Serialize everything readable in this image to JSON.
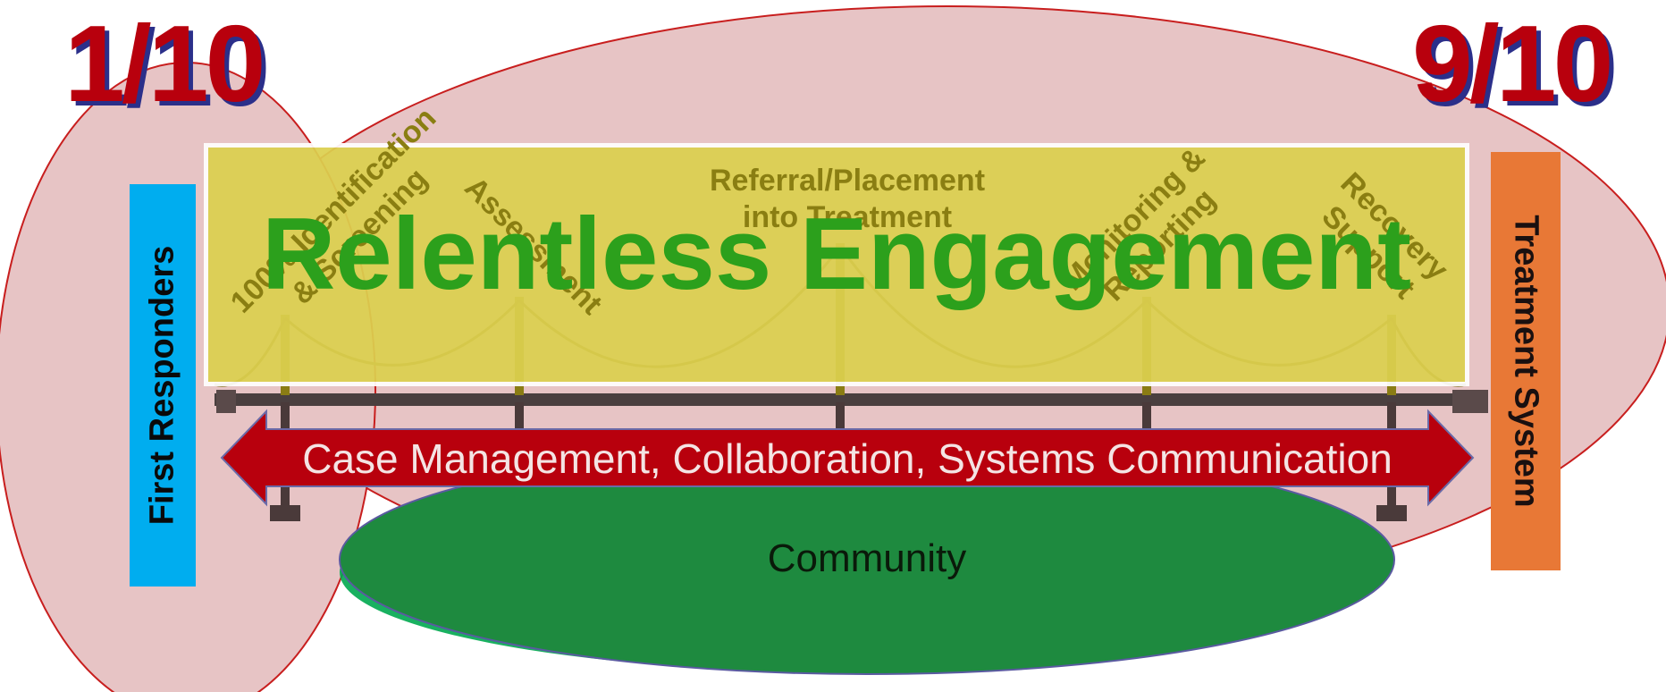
{
  "fractions": {
    "left": "1/10",
    "right": "9/10"
  },
  "left_bar": {
    "label": "First Responders",
    "color": "#00adef"
  },
  "right_bar": {
    "label": "Treatment System",
    "color": "#e87836"
  },
  "banner": {
    "title": "Relentless Engagement",
    "title_color": "#2ca01c",
    "fill": "#dcd04f"
  },
  "steps": {
    "identification_screening": "100% Identification\n& Screening",
    "assessment": "Assessment",
    "referral": "Referral/Placement\ninto Treatment",
    "monitoring": "Monitoring &\nReporting",
    "recovery": "Recovery\nSupport"
  },
  "arrow": {
    "label": "Case Management, Collaboration, Systems Communication",
    "color": "#b8000d"
  },
  "community": {
    "label": "Community",
    "color": "#1e8a3f"
  },
  "colors": {
    "oval_fill": "#e7c4c5",
    "oval_stroke": "#c81e1e",
    "fraction_text": "#b8000d",
    "fraction_shadow": "#2b2f8a"
  }
}
